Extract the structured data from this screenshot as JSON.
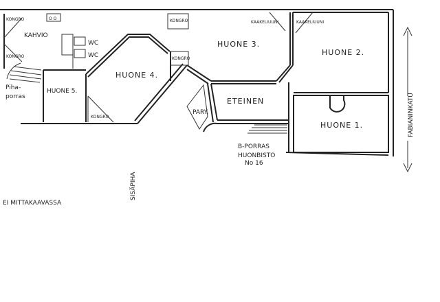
{
  "plan": {
    "rooms": {
      "huone1": "HUONE 1.",
      "huone2": "HUONE 2.",
      "huone3": "HUONE 3.",
      "huone4": "HUONE 4.",
      "huone5": "HUONE 5.",
      "eteinen": "ETEINEN",
      "kahvio": "KAHVIO",
      "pary": "PARY.",
      "wc1": "WC",
      "wc2": "WC"
    },
    "fixtures": {
      "kongro": "KONGRO",
      "kaakeliuuni": "KAAKELIUUNI",
      "stove": "O O"
    },
    "labels": {
      "pihaporras_1": "Piha-",
      "pihaporras_2": "porras",
      "bporras": "B-PORRAS",
      "huoneisto": "HUONBISTO",
      "number": "No 16",
      "street": "FABIANINKATU",
      "courtyard": "SISÄPIHA",
      "scale_note": "EI MITTAKAAVASSA"
    }
  }
}
